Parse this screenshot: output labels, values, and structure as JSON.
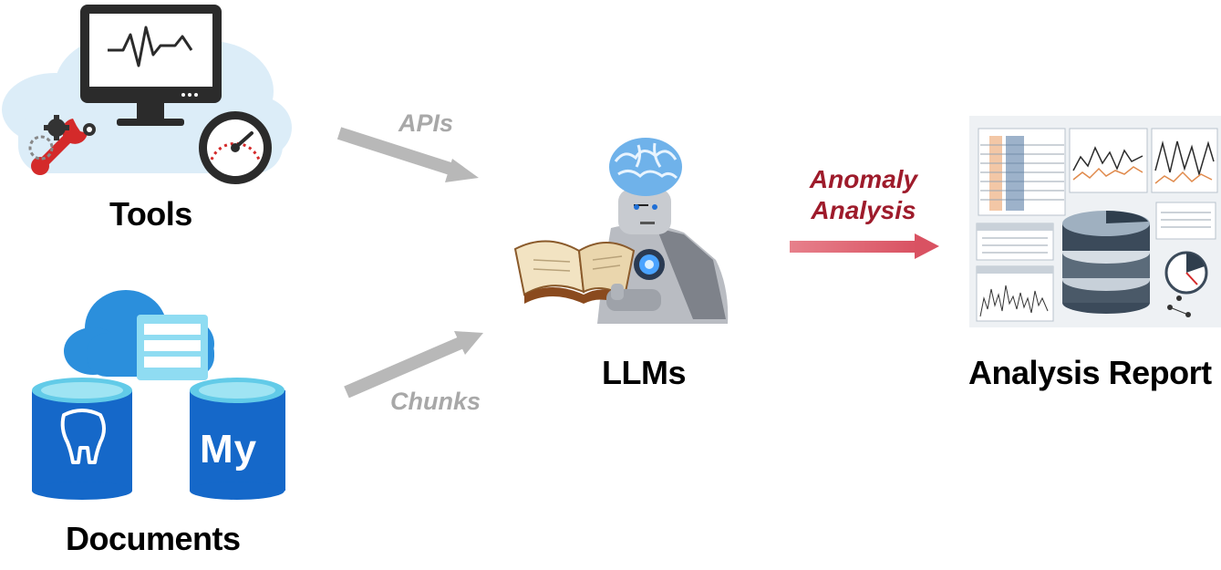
{
  "nodes": {
    "tools": {
      "label": "Tools"
    },
    "documents": {
      "label": "Documents"
    },
    "llms": {
      "label": "LLMs"
    },
    "report": {
      "label": "Analysis Report"
    }
  },
  "edges": {
    "apis": {
      "label": "APIs"
    },
    "chunks": {
      "label": "Chunks"
    },
    "anomaly": {
      "line1": "Anomaly",
      "line2": "Analysis"
    }
  },
  "database_icons": {
    "mysql_text": "My"
  },
  "colors": {
    "edge_gray": "#b8b8b8",
    "edge_label_gray": "#a8a8a8",
    "anomaly_red": "#9e1b2b",
    "anomaly_arrow": "#e26a77",
    "db_blue": "#1568c9",
    "db_top": "#62cbe8",
    "cloud_blue": "#2b8fdc"
  }
}
